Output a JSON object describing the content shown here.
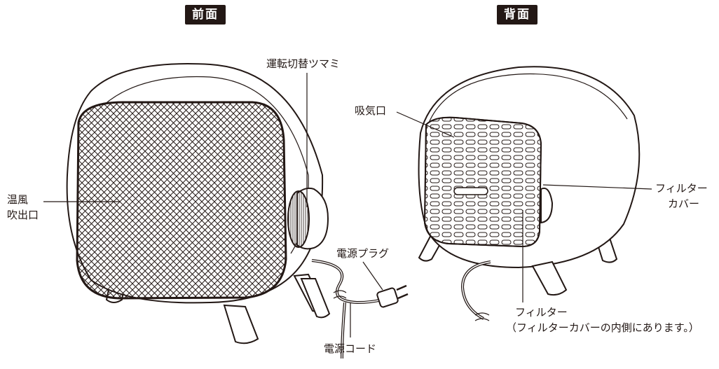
{
  "views": {
    "front": {
      "badge": "前面"
    },
    "back": {
      "badge": "背面"
    }
  },
  "labels": {
    "knob": "運転切替ツマミ",
    "outlet_line1": "温風",
    "outlet_line2": "吹出口",
    "plug": "電源プラグ",
    "cord": "電源コード",
    "intake": "吸気口",
    "filter_cover_line1": "フィルター",
    "filter_cover_line2": "カバー",
    "filter": "フィルター",
    "filter_note": "（フィルターカバーの内側にあります。）"
  },
  "colors": {
    "ink": "#231815",
    "badge_text": "#ffffff",
    "background": "#ffffff"
  }
}
